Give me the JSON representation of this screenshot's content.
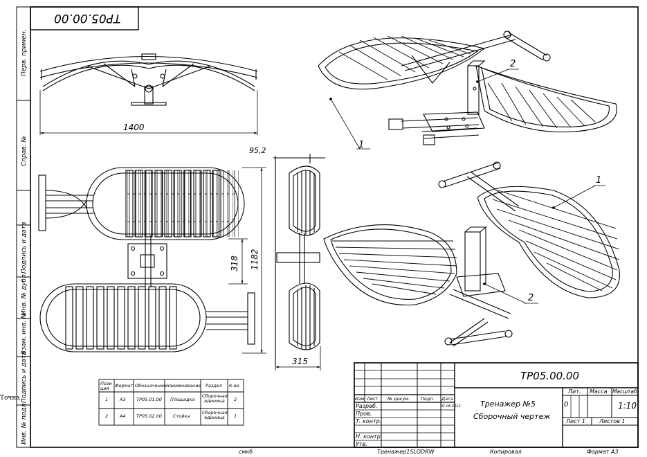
{
  "sheet": {
    "mirror_code": "ТР05.00.00",
    "side_labels": [
      "Перв. примен.",
      "Справ. №",
      "Подпись и дата",
      "Инв. № дубл.",
      "Взам. инв. №",
      "Подпись и дата",
      "Инв. № подл."
    ],
    "margin_note": "Точна"
  },
  "dimensions": {
    "width_top": "1400",
    "offset": "95,2",
    "height_total": "1182",
    "gap": "318",
    "depth": "315"
  },
  "callouts": [
    "1",
    "2",
    "1",
    "2"
  ],
  "parts_table": {
    "headers": [
      "Пози ция",
      "Формат",
      "Обозначение",
      "Наименование",
      "Раздел",
      "К-во"
    ],
    "rows": [
      [
        "1",
        "А3",
        "ТР05.01.00",
        "Площадка",
        "Сборочная единица",
        "2"
      ],
      [
        "2",
        "А4",
        "ТР05.02.00",
        "Стойка",
        "Сборочная единица",
        "1"
      ]
    ]
  },
  "title_block": {
    "code": "ТР05.00.00",
    "name_line1": "Тренажер №5",
    "name_line2": "Сборочный чертеж",
    "header_cols": [
      "Изм",
      "Лист",
      "№ докум.",
      "Подп.",
      "Дата"
    ],
    "roles": [
      "Разраб.",
      "Пров.",
      "Т. контр.",
      "",
      "Н. контр.",
      "Утв."
    ],
    "date_value": "01.06.2012",
    "lit_label": "Лит.",
    "mass_label": "Масса",
    "scale_label": "Масштаб",
    "lit_value": "0",
    "scale_value": "1:10",
    "sheet_label": "Лист 1",
    "sheets_label": "Листов 1",
    "format_label": "Формат А3"
  },
  "footer": {
    "items": [
      "смкб",
      "Тренажер1SLODRW",
      "Копировал",
      "Формат А3"
    ]
  }
}
